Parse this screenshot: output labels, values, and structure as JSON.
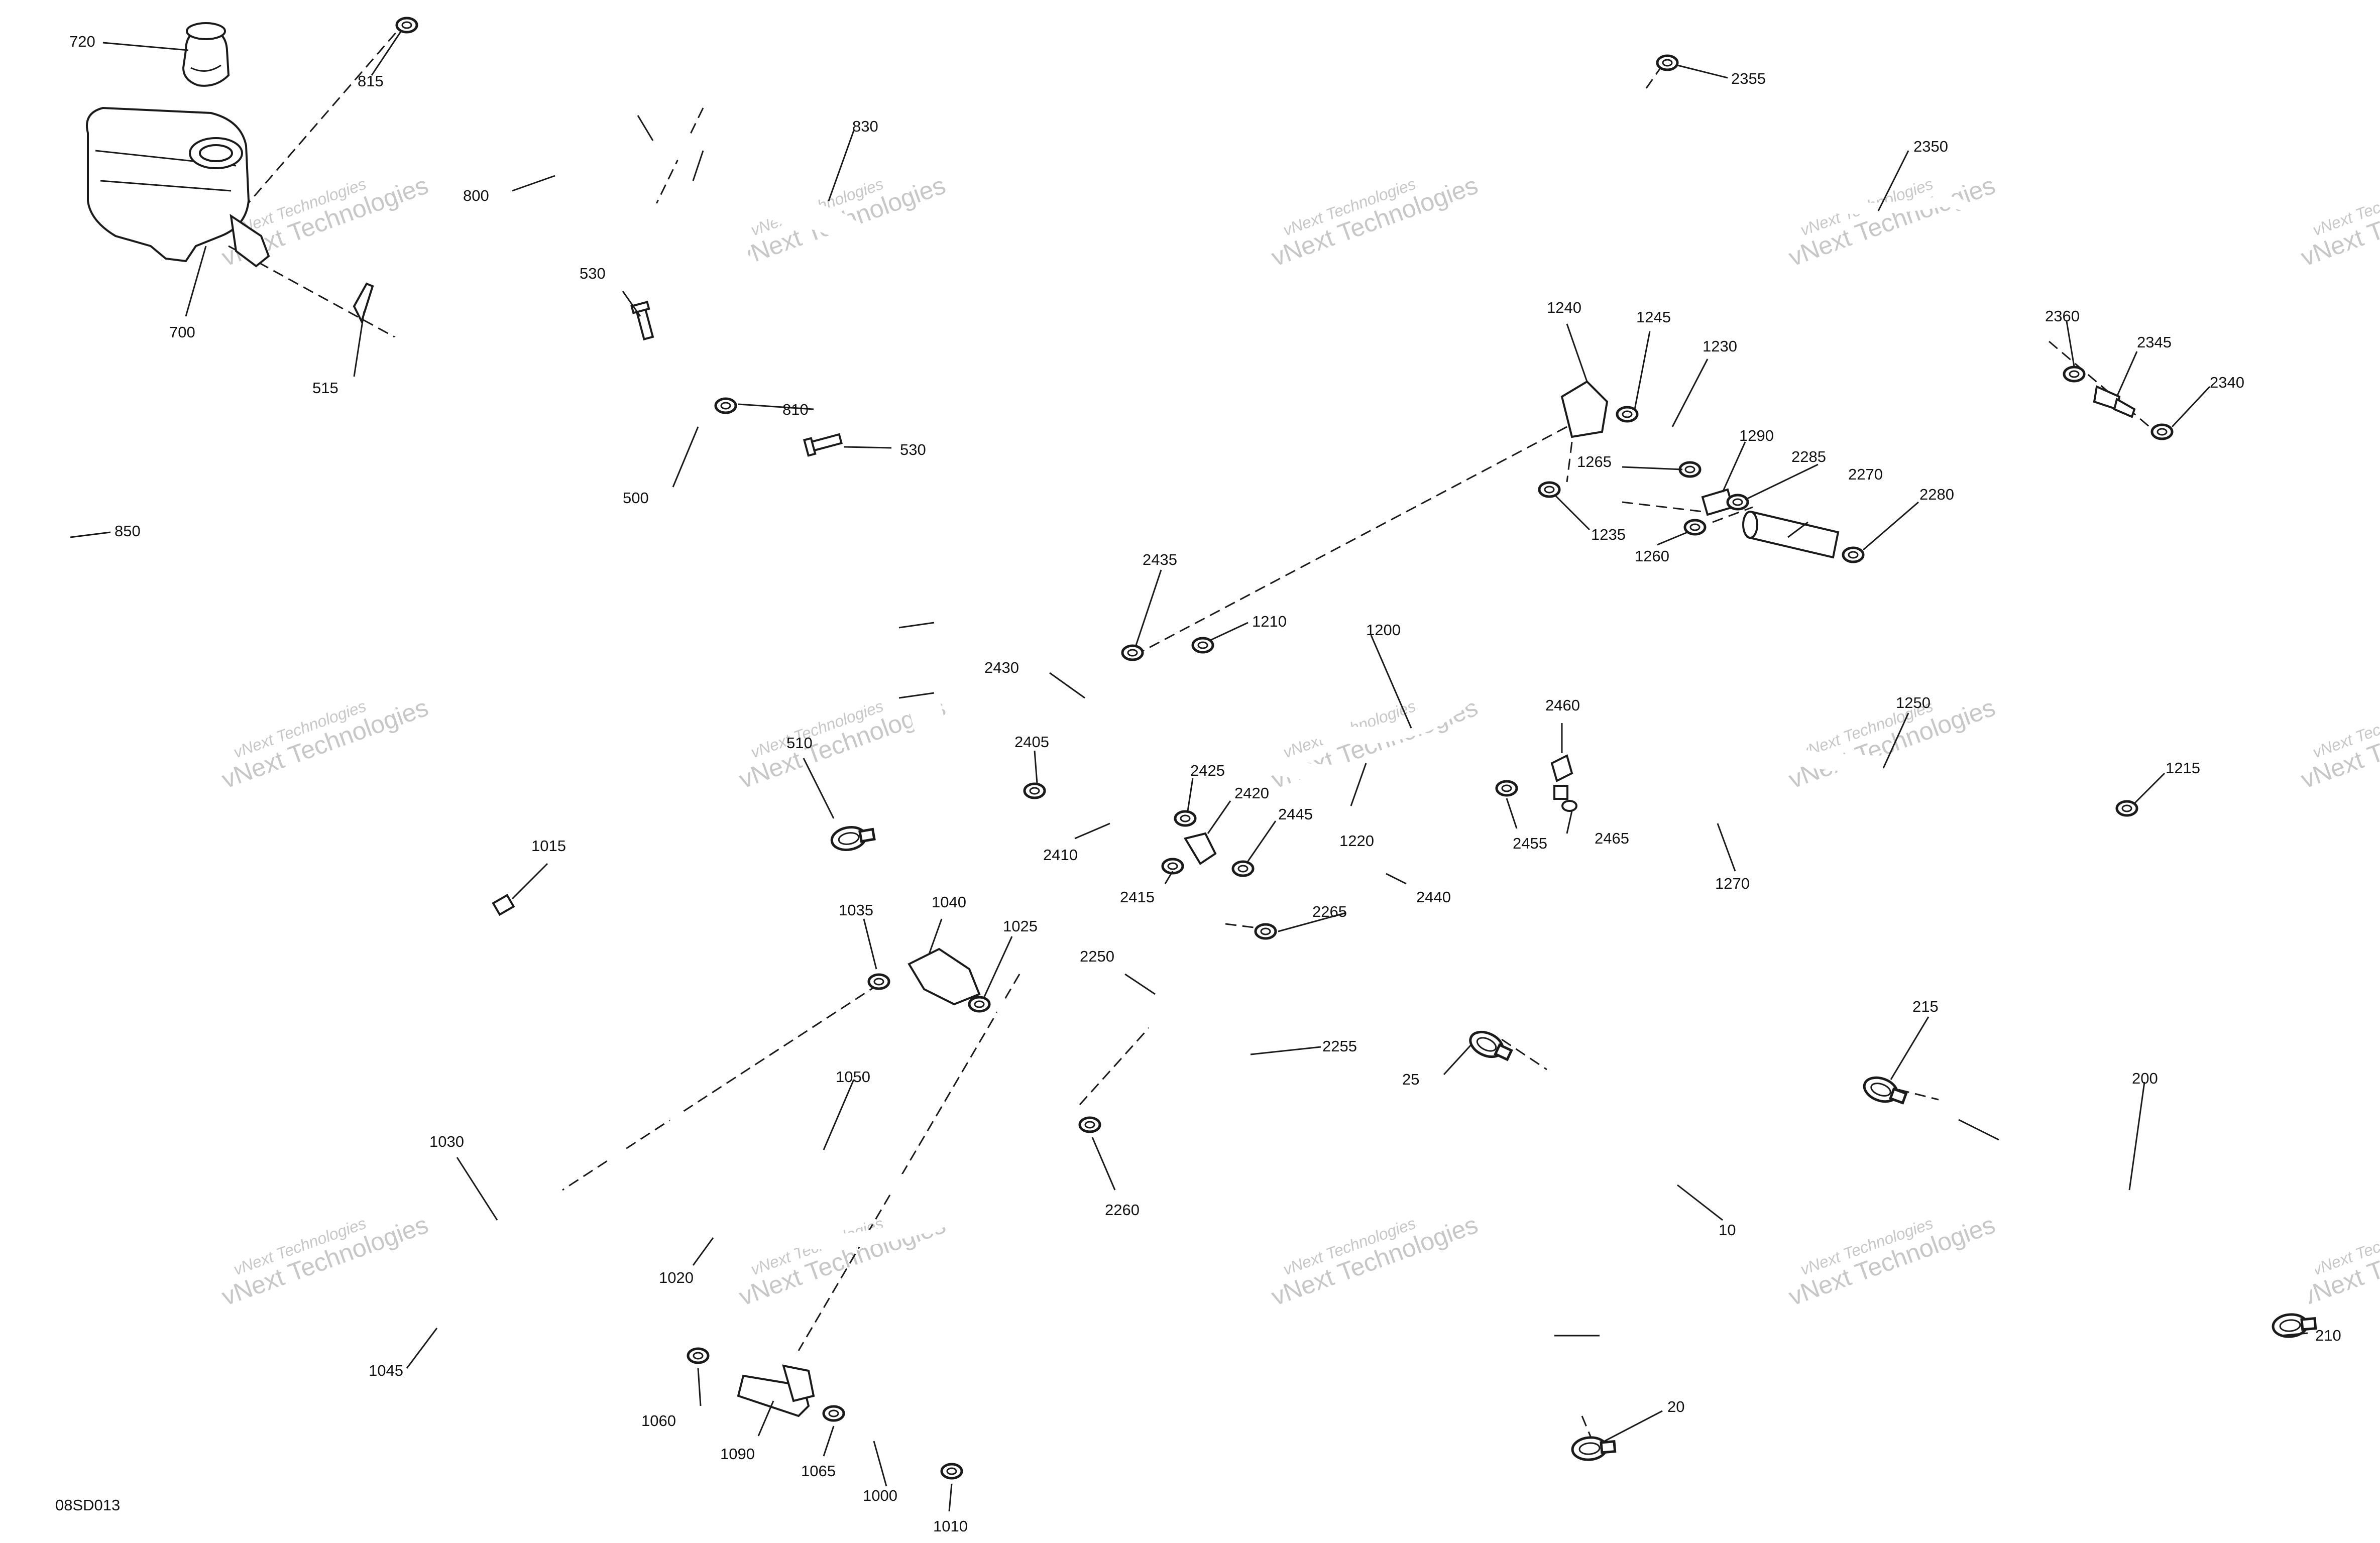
{
  "diagram_code": "08SD013",
  "watermark": {
    "line1": "vNext Technologies",
    "line2": "vNext Technologies"
  },
  "callouts": {
    "c10": "10",
    "c20": "20",
    "c25": "25",
    "c200": "200",
    "c210": "210",
    "c215": "215",
    "c500": "500",
    "c510": "510",
    "c515": "515",
    "c530a": "530",
    "c530b": "530",
    "c700": "700",
    "c720": "720",
    "c800": "800",
    "c810": "810",
    "c815": "815",
    "c830": "830",
    "c850": "850",
    "c1000": "1000",
    "c1010": "1010",
    "c1015": "1015",
    "c1020": "1020",
    "c1025": "1025",
    "c1030": "1030",
    "c1035": "1035",
    "c1040": "1040",
    "c1045": "1045",
    "c1050": "1050",
    "c1060": "1060",
    "c1065": "1065",
    "c1090": "1090",
    "c1200": "1200",
    "c1210": "1210",
    "c1215": "1215",
    "c1220": "1220",
    "c1230": "1230",
    "c1235": "1235",
    "c1240": "1240",
    "c1245": "1245",
    "c1250": "1250",
    "c1260": "1260",
    "c1265": "1265",
    "c1270": "1270",
    "c1290": "1290",
    "c2250": "2250",
    "c2255": "2255",
    "c2260": "2260",
    "c2265": "2265",
    "c2270": "2270",
    "c2280": "2280",
    "c2285": "2285",
    "c2340": "2340",
    "c2345": "2345",
    "c2350": "2350",
    "c2355": "2355",
    "c2360": "2360",
    "c2405": "2405",
    "c2410": "2410",
    "c2415": "2415",
    "c2420": "2420",
    "c2425": "2425",
    "c2430": "2430",
    "c2435": "2435",
    "c2440": "2440",
    "c2445": "2445",
    "c2455": "2455",
    "c2460": "2460",
    "c2465": "2465"
  }
}
